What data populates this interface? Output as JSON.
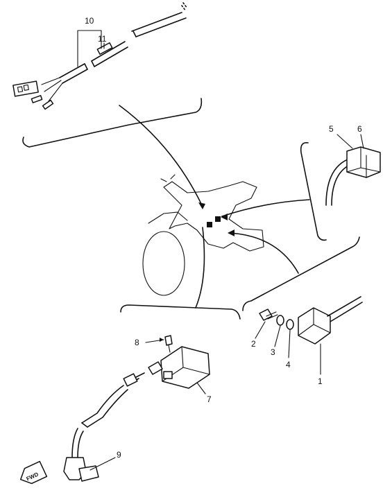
{
  "callouts": {
    "c1": "1",
    "c2": "2",
    "c3": "3",
    "c4": "4",
    "c5": "5",
    "c6": "6",
    "c7": "7",
    "c8": "8",
    "c9": "9",
    "c10": "10",
    "c11": "11"
  },
  "fwd_label": "FWD",
  "colors": {
    "line": "#111111",
    "background": "#ffffff"
  }
}
